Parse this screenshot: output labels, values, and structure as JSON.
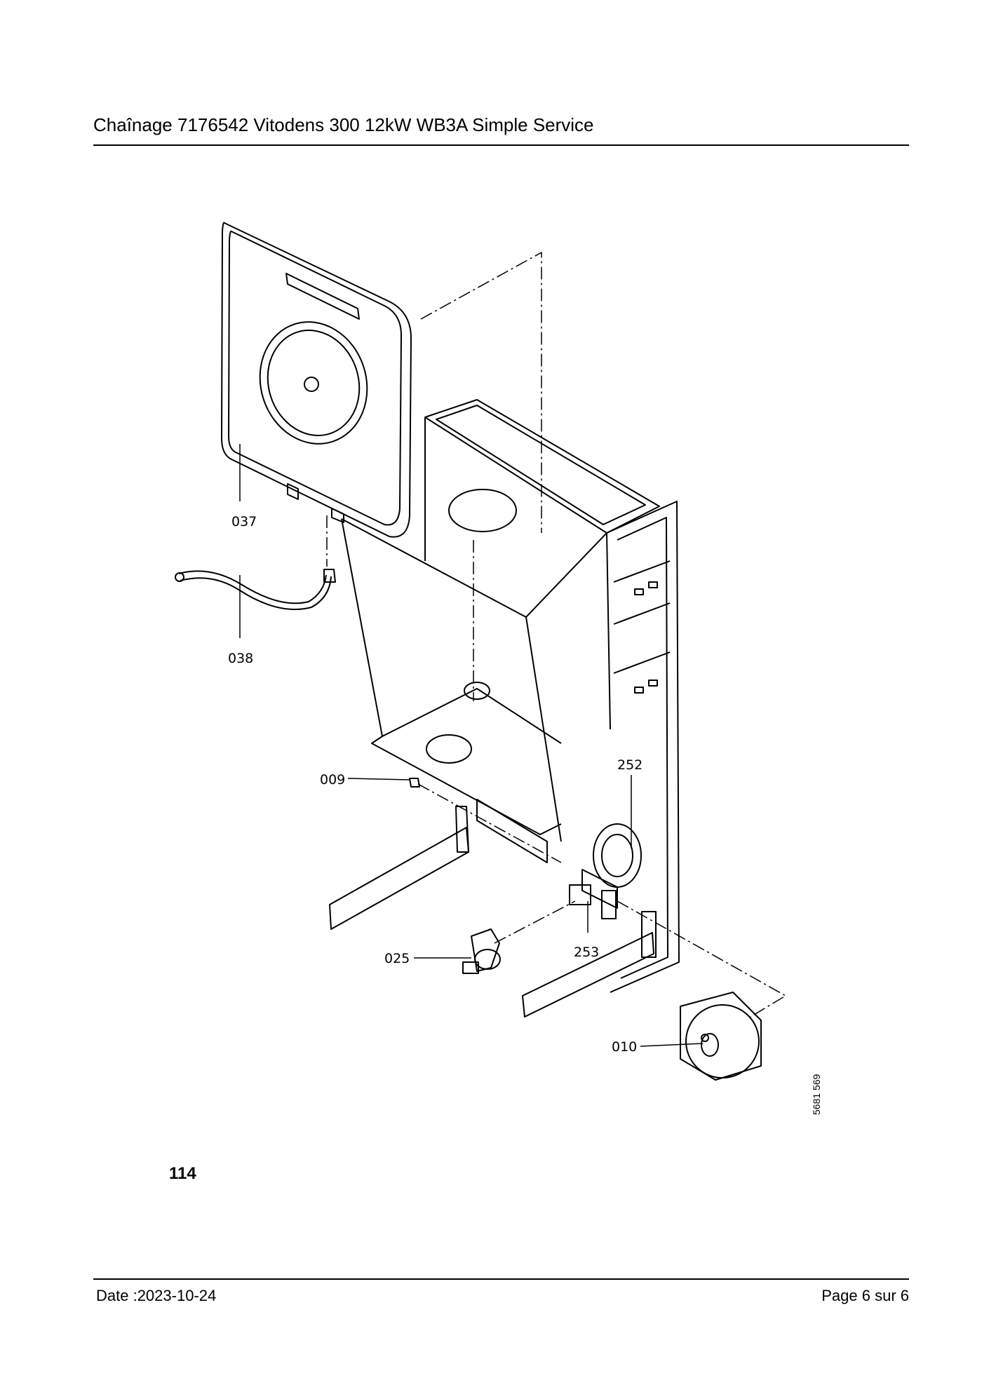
{
  "header": {
    "title": "Chaînage 7176542 Vitodens 300 12kW WB3A Simple Service"
  },
  "drawing": {
    "callouts": {
      "c037": "037",
      "c038": "038",
      "c009": "009",
      "c252": "252",
      "c253": "253",
      "c025": "025",
      "c010": "010"
    },
    "reference_number": "114",
    "drawing_id": "5681 569"
  },
  "footer": {
    "date": "Date :2023-10-24",
    "page": "Page 6 sur   6"
  }
}
